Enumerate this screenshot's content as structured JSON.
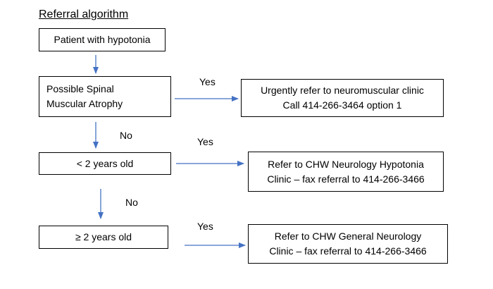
{
  "title": "Referral algorithm",
  "nodes": {
    "start": {
      "text": "Patient with hypotonia"
    },
    "sma": {
      "lines": [
        "Possible Spinal",
        "Muscular Atrophy"
      ]
    },
    "under2": {
      "text": "< 2 years old"
    },
    "over2": {
      "text": "≥ 2 years old"
    },
    "neuromuscular": {
      "lines": [
        "Urgently refer to neuromuscular clinic",
        "Call 414-266-3464 option 1"
      ]
    },
    "hypotonia_clinic": {
      "lines": [
        "Refer to CHW Neurology Hypotonia",
        "Clinic – fax referral to 414-266-3466"
      ]
    },
    "general_neuro": {
      "lines": [
        "Refer to CHW General Neurology",
        "Clinic – fax referral to 414-266-3466"
      ]
    }
  },
  "edge_labels": {
    "sma_yes": "Yes",
    "sma_no": "No",
    "under2_yes": "Yes",
    "under2_no": "No",
    "over2_yes": "Yes"
  },
  "colors": {
    "arrow": "#4472C4",
    "border": "#000000",
    "text": "#000000"
  }
}
